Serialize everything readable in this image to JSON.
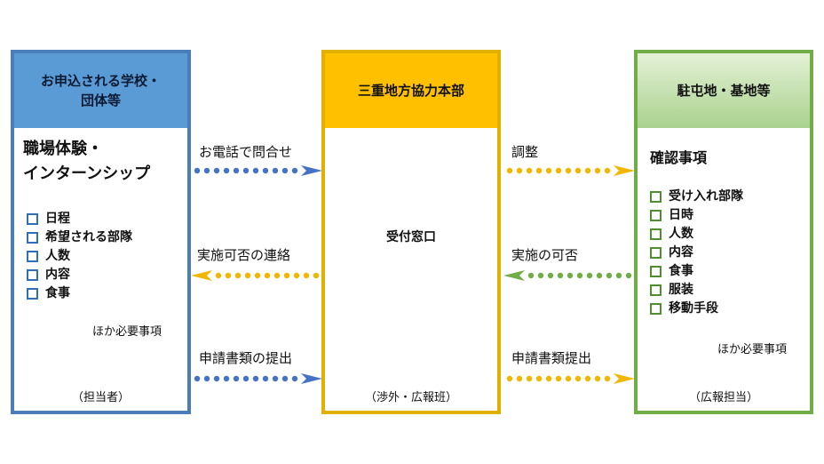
{
  "left_box": {
    "header_line1": "お申込される学校・",
    "header_line2": "団体等",
    "title_line1": "職場体験・",
    "title_line2": "インターンシップ",
    "items": [
      "日程",
      "希望される部隊",
      "人数",
      "内容",
      "食事"
    ],
    "other": "ほか必要事項",
    "footer": "（担当者）"
  },
  "center_box": {
    "header": "三重地方協力本部",
    "body": "受付窓口",
    "footer": "（渉外・広報班）"
  },
  "right_box": {
    "header": "駐屯地・基地等",
    "title": "確認事項",
    "items": [
      "受け入れ部隊",
      "日時",
      "人数",
      "内容",
      "食事",
      "服装",
      "移動手段"
    ],
    "other": "ほか必要事項",
    "footer": "（広報担当）"
  },
  "arrows": {
    "phone_inquiry": "お電話で問合せ",
    "adjustment": "調整",
    "result_contact": "実施可否の連絡",
    "feasibility": "実施の可否",
    "submit_documents": "申請書類の提出",
    "submit_documents_right": "申請書類提出"
  },
  "colors": {
    "blue": "#4472c4",
    "gold": "#f2b600",
    "green": "#70ad47"
  }
}
